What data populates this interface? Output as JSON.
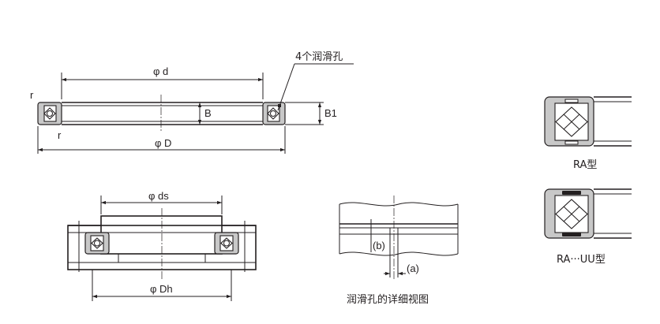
{
  "top_view": {
    "dim_d": "φ d",
    "dim_D": "φ D",
    "dim_B": "B",
    "dim_B1": "B1",
    "radius_left_top": "r",
    "radius_left_bottom": "r",
    "lube_callout": "4个润滑孔"
  },
  "housing_view": {
    "dim_ds": "φ ds",
    "dim_Dh": "φ Dh"
  },
  "detail_view": {
    "dim_b": "(b)",
    "dim_a": "(a)",
    "caption": "润滑孔的详细视图"
  },
  "variants": [
    {
      "caption": "RA型"
    },
    {
      "caption": "RA···UU型"
    }
  ]
}
